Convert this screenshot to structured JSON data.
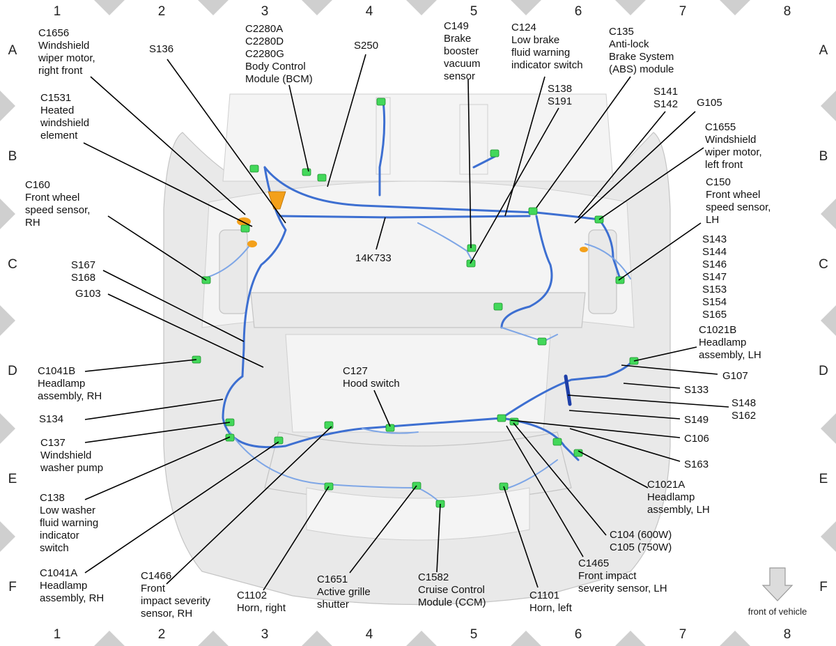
{
  "grid": {
    "columns": [
      "1",
      "2",
      "3",
      "4",
      "5",
      "6",
      "7",
      "8"
    ],
    "rows": [
      "A",
      "B",
      "C",
      "D",
      "E",
      "F"
    ]
  },
  "labels": [
    {
      "id": "c1656",
      "lines": [
        "C1656",
        "Windshield",
        "wiper motor,",
        "right front"
      ]
    },
    {
      "id": "s136",
      "lines": [
        "S136"
      ]
    },
    {
      "id": "c2280",
      "lines": [
        "C2280A",
        "C2280D",
        "C2280G",
        "Body Control",
        "Module (BCM)"
      ]
    },
    {
      "id": "s250",
      "lines": [
        "S250"
      ]
    },
    {
      "id": "c149",
      "lines": [
        "C149",
        "Brake",
        "booster",
        "vacuum",
        "sensor"
      ]
    },
    {
      "id": "c124",
      "lines": [
        "C124",
        "Low brake",
        "fluid warning",
        "indicator switch"
      ]
    },
    {
      "id": "c135",
      "lines": [
        "C135",
        "Anti-lock",
        "Brake System",
        "(ABS) module"
      ]
    },
    {
      "id": "s138",
      "lines": [
        "S138",
        "S191"
      ]
    },
    {
      "id": "s141",
      "lines": [
        "S141",
        "S142"
      ]
    },
    {
      "id": "g105",
      "lines": [
        "G105"
      ]
    },
    {
      "id": "c1531",
      "lines": [
        "C1531",
        "Heated",
        "windshield",
        "element"
      ]
    },
    {
      "id": "c1655",
      "lines": [
        "C1655",
        "Windshield",
        "wiper motor,",
        "left front"
      ]
    },
    {
      "id": "c160",
      "lines": [
        "C160",
        "Front wheel",
        "speed sensor,",
        "RH"
      ]
    },
    {
      "id": "c150",
      "lines": [
        "C150",
        "Front wheel",
        "speed sensor,",
        "LH"
      ]
    },
    {
      "id": "14k733",
      "lines": [
        "14K733"
      ]
    },
    {
      "id": "s143",
      "lines": [
        "S143",
        "S144",
        "S146",
        "S147",
        "S153",
        "S154",
        "S165"
      ]
    },
    {
      "id": "s167",
      "lines": [
        "S167",
        "S168"
      ]
    },
    {
      "id": "g103",
      "lines": [
        "G103"
      ]
    },
    {
      "id": "c1021b",
      "lines": [
        "C1021B",
        "Headlamp",
        "assembly, LH"
      ]
    },
    {
      "id": "c1041b",
      "lines": [
        "C1041B",
        "Headlamp",
        "assembly, RH"
      ]
    },
    {
      "id": "c127",
      "lines": [
        "C127",
        "Hood switch"
      ]
    },
    {
      "id": "g107",
      "lines": [
        "G107"
      ]
    },
    {
      "id": "s133",
      "lines": [
        "S133"
      ]
    },
    {
      "id": "s148",
      "lines": [
        "S148",
        "S162"
      ]
    },
    {
      "id": "s134",
      "lines": [
        "S134"
      ]
    },
    {
      "id": "s149",
      "lines": [
        "S149"
      ]
    },
    {
      "id": "c137",
      "lines": [
        "C137",
        "Windshield",
        "washer pump"
      ]
    },
    {
      "id": "c106",
      "lines": [
        "C106"
      ]
    },
    {
      "id": "s163",
      "lines": [
        "S163"
      ]
    },
    {
      "id": "c1021a",
      "lines": [
        "C1021A",
        "Headlamp",
        "assembly, LH"
      ]
    },
    {
      "id": "c138",
      "lines": [
        "C138",
        "Low washer",
        "fluid warning",
        "indicator",
        "switch"
      ]
    },
    {
      "id": "c104",
      "lines": [
        "C104 (600W)",
        "C105 (750W)"
      ]
    },
    {
      "id": "c1465",
      "lines": [
        "C1465",
        "Front impact",
        "severity sensor, LH"
      ]
    },
    {
      "id": "c1041a",
      "lines": [
        "C1041A",
        "Headlamp",
        "assembly, RH"
      ]
    },
    {
      "id": "c1466",
      "lines": [
        "C1466",
        "Front",
        "impact severity",
        "sensor, RH"
      ]
    },
    {
      "id": "c1102",
      "lines": [
        "C1102",
        "Horn, right"
      ]
    },
    {
      "id": "c1651",
      "lines": [
        "C1651",
        "Active grille",
        "shutter"
      ]
    },
    {
      "id": "c1582",
      "lines": [
        "C1582",
        "Cruise Control",
        "Module (CCM)"
      ]
    },
    {
      "id": "c1101",
      "lines": [
        "C1101",
        "Horn, left"
      ]
    }
  ],
  "orientation": {
    "text": "front of vehicle",
    "icon": "down-arrow-icon"
  },
  "colors": {
    "wire": "#3d6fd1",
    "connector": "#43d85a",
    "orange": "#f3a01a",
    "body": "#e9e9e9"
  }
}
